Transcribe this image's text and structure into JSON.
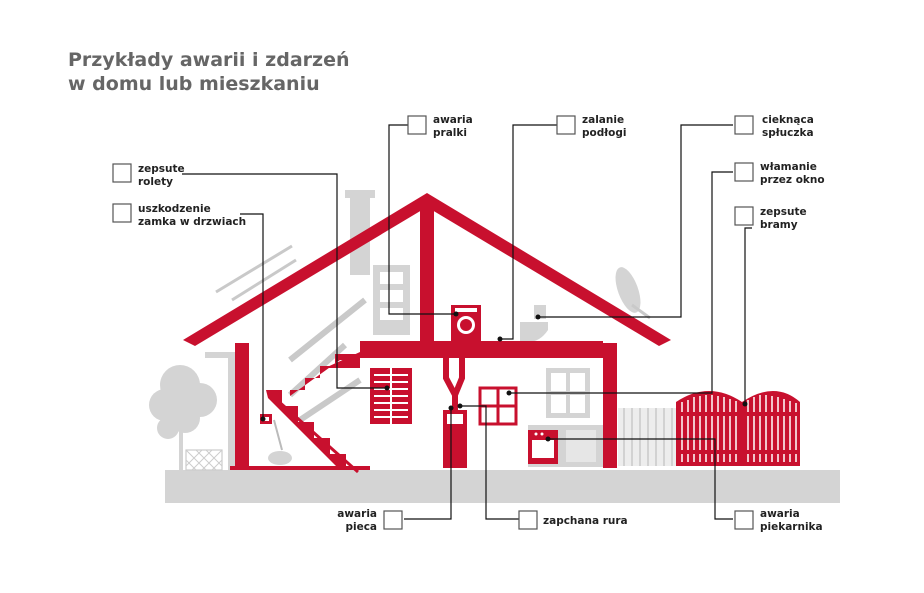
{
  "title": {
    "line1": "Przykłady awarii i zdarzeń",
    "line2": "w domu lub mieszkaniu"
  },
  "labels": {
    "rolety": [
      "zepsute",
      "rolety"
    ],
    "zamek": [
      "uszkodzenie",
      "zamka w drzwiach"
    ],
    "pralka": [
      "awaria",
      "pralki"
    ],
    "podloga": [
      "zalanie",
      "podłogi"
    ],
    "spluczka": [
      "cieknąca",
      "spłuczka"
    ],
    "wlamanie": [
      "włamanie",
      "przez okno"
    ],
    "bramy": [
      "zepsute",
      "bramy"
    ],
    "piec": [
      "awaria",
      "pieca"
    ],
    "rura": [
      "zapchana rura"
    ],
    "piekarnik": [
      "awaria",
      "piekarnika"
    ]
  },
  "colors": {
    "accent_red": "#c8102e",
    "grey_shapes": "#d4d4d4",
    "title_grey": "#666666",
    "leader_black": "#111111"
  }
}
